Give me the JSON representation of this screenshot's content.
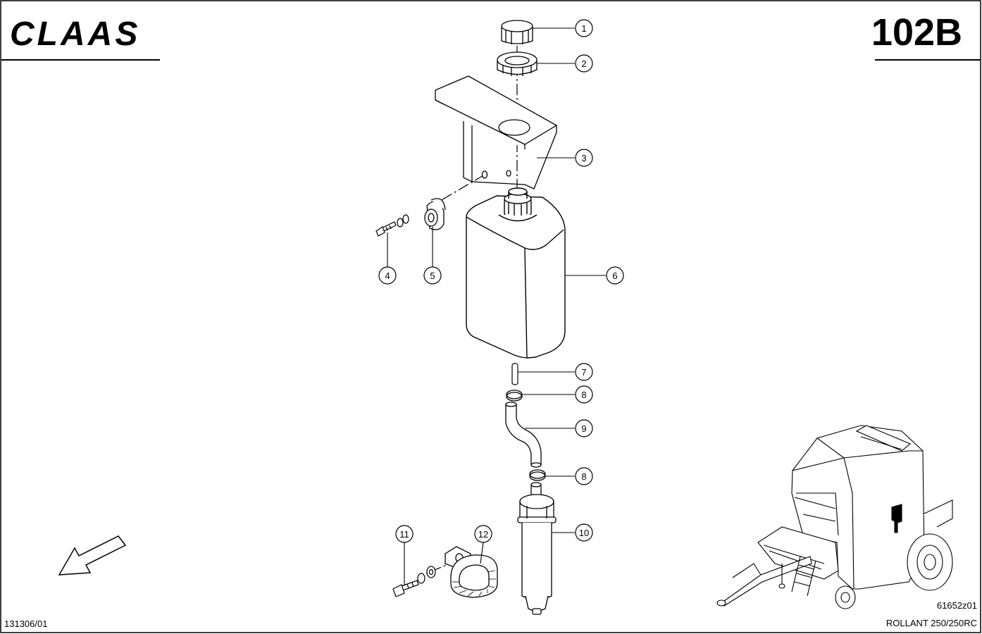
{
  "header": {
    "brand": "CLAAS",
    "sheet_number": "102B"
  },
  "footer": {
    "document_code": "131306/01",
    "drawing_code": "61652z01",
    "model": "ROLLANT 250/250RC"
  },
  "callouts": [
    {
      "label": "1"
    },
    {
      "label": "2"
    },
    {
      "label": "3"
    },
    {
      "label": "4"
    },
    {
      "label": "5"
    },
    {
      "label": "6"
    },
    {
      "label": "7"
    },
    {
      "label": "8"
    },
    {
      "label": "9"
    },
    {
      "label": "8"
    },
    {
      "label": "10"
    },
    {
      "label": "11"
    },
    {
      "label": "12"
    }
  ],
  "icons": {
    "direction": "direction-arrow-icon",
    "machine": "baler-overview-icon"
  }
}
